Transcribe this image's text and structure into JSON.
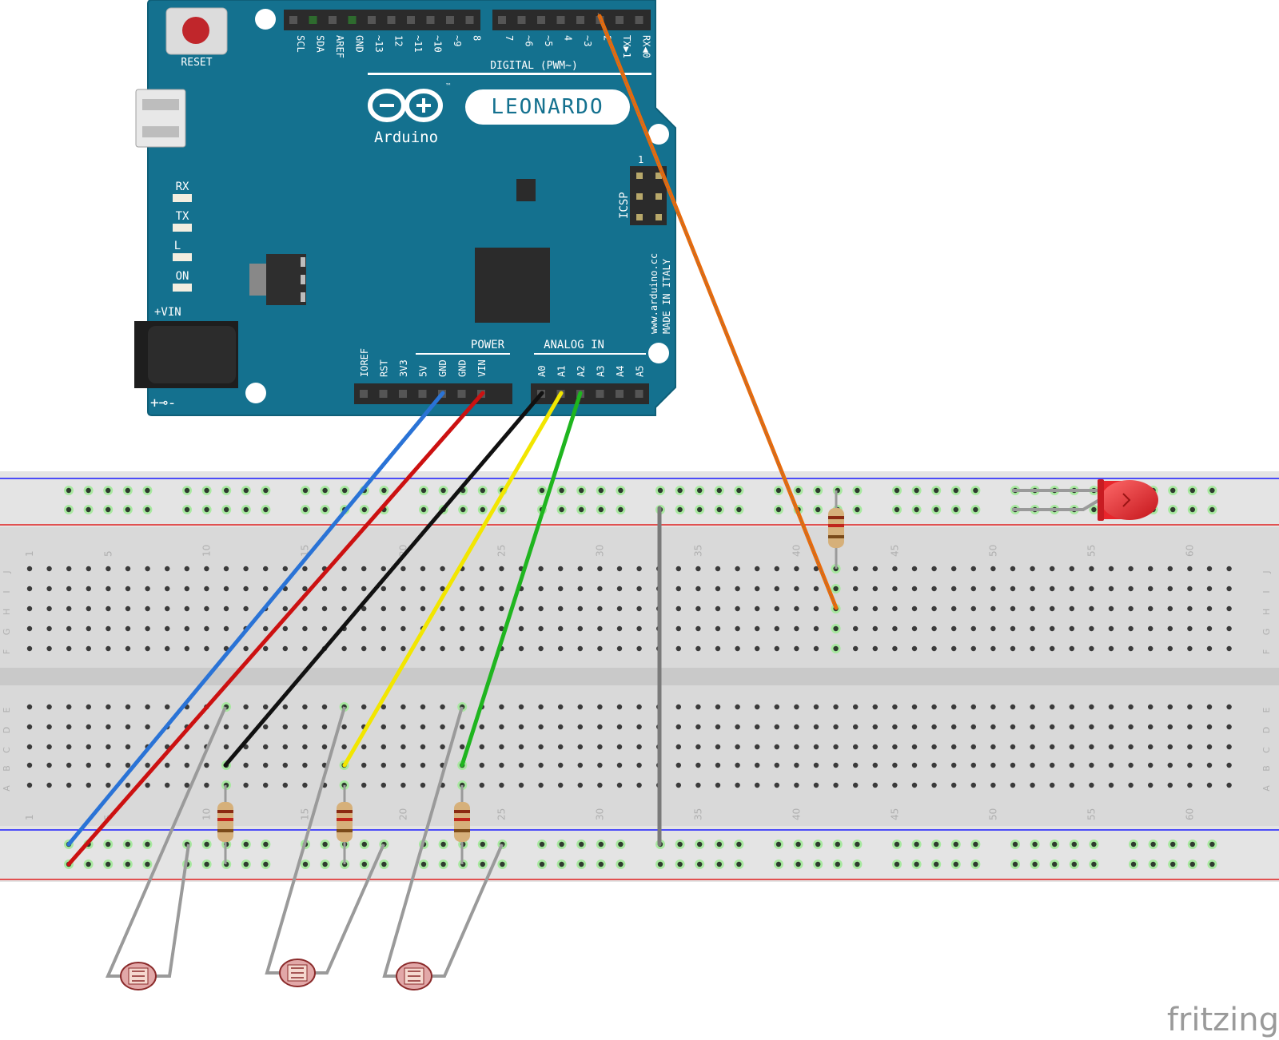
{
  "board": {
    "name": "LEONARDO",
    "brand": "Arduino",
    "tm": "™",
    "reset": "RESET",
    "vin": "+VIN",
    "polarity": "+⊸-",
    "leds": [
      "RX",
      "TX",
      "L",
      "ON"
    ],
    "icsp": "ICSP",
    "icsp_pin1": "1",
    "site": "www.arduino.cc",
    "made": "MADE IN ITALY",
    "digital_title": "DIGITAL (PWM~)",
    "digital_pins": [
      "SCL",
      "SDA",
      "AREF",
      "GND",
      "~13",
      "12",
      "~11",
      "~10",
      "~9",
      "8",
      "7",
      "~6",
      "~5",
      "4",
      "~3",
      "2",
      "TX▶1",
      "RX◀0"
    ],
    "power_title": "POWER",
    "power_pins": [
      "IOREF",
      "RST",
      "3V3",
      "5V",
      "GND",
      "GND",
      "VIN"
    ],
    "analog_title": "ANALOG IN",
    "analog_pins": [
      "A0",
      "A1",
      "A2",
      "A3",
      "A4",
      "A5"
    ],
    "colors": {
      "pcb": "#14718f",
      "pcb_edge": "#0f5f78",
      "reset_button": "#c0262b"
    }
  },
  "breadboard": {
    "column_numbers": [
      "1",
      "5",
      "10",
      "15",
      "20",
      "25",
      "30",
      "35",
      "40",
      "45",
      "50",
      "55",
      "60"
    ],
    "rows_top": [
      "J",
      "I",
      "H",
      "G",
      "F"
    ],
    "rows_bottom": [
      "E",
      "D",
      "C",
      "B",
      "A"
    ]
  },
  "wires": [
    {
      "name": "5v-wire",
      "color": "#2a73d6"
    },
    {
      "name": "gnd-wire",
      "color": "#cc1111"
    },
    {
      "name": "a0-wire",
      "color": "#111111"
    },
    {
      "name": "a1-wire",
      "color": "#f2e600"
    },
    {
      "name": "a2-wire",
      "color": "#1fb51f"
    },
    {
      "name": "pin2-wire",
      "color": "#e86a0a"
    },
    {
      "name": "rail-jumper-wire",
      "color": "#808080"
    }
  ],
  "components": {
    "resistors": 4,
    "photocells": 3,
    "led_color": "#e8262c"
  },
  "watermark": "fritzing"
}
